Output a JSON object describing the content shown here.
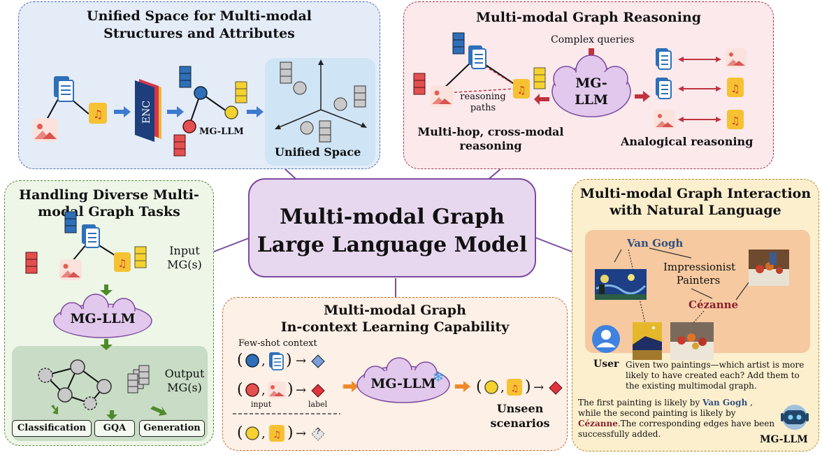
{
  "center": {
    "title_l1": "Multi-modal Graph",
    "title_l2": "Large Language Model"
  },
  "unified": {
    "title_l1": "Unified Space for Multi-modal",
    "title_l2": "Structures and Attributes",
    "enc_label": "ENC",
    "mg_llm": "MG-LLM",
    "space_label": "Unified Space"
  },
  "reasoning": {
    "title": "Multi-modal Graph Reasoning",
    "complex_queries": "Complex queries",
    "mg_llm_l1": "MG-",
    "mg_llm_l2": "LLM",
    "paths_l1": "reasoning",
    "paths_l2": "paths",
    "multihop_l1": "Multi-hop, cross-modal",
    "multihop_l2": "reasoning",
    "analogical": "Analogical reasoning"
  },
  "tasks": {
    "title_l1": "Handling Diverse Multi-",
    "title_l2": "modal Graph Tasks",
    "input_l1": "Input",
    "input_l2": "MG(s)",
    "mg_llm": "MG-LLM",
    "output_l1": "Output",
    "output_l2": "MG(s)",
    "btn_classification": "Classification",
    "btn_gqa": "GQA",
    "btn_generation": "Generation"
  },
  "icl": {
    "title_l1": "Multi-modal Graph",
    "title_l2": "In-context Learning Capability",
    "few_shot": "Few-shot context",
    "input_label": "input",
    "label_label": "label",
    "mg_llm": "MG-LLM",
    "unseen_l1": "Unseen",
    "unseen_l2": "scenarios",
    "query_mark": "?"
  },
  "nl": {
    "title_l1": "Multi-modal Graph Interaction",
    "title_l2": "with Natural Language",
    "van_gogh": "Van Gogh",
    "impressionist_l1": "Impressionist",
    "impressionist_l2": "Painters",
    "cezanne": "Cézanne",
    "user_label": "User",
    "user_msg": "Given two paintings—which artist is more likely to have created each? Add them to the existing multimodal graph.",
    "reply_a": "The first painting is likely by ",
    "reply_vg": "Van Gogh",
    "reply_b": " , while the second painting is likely by ",
    "reply_cz": "Cézanne",
    "reply_c": ".The corresponding edges have been successfully added.",
    "bot_label": "MG-LLM"
  }
}
